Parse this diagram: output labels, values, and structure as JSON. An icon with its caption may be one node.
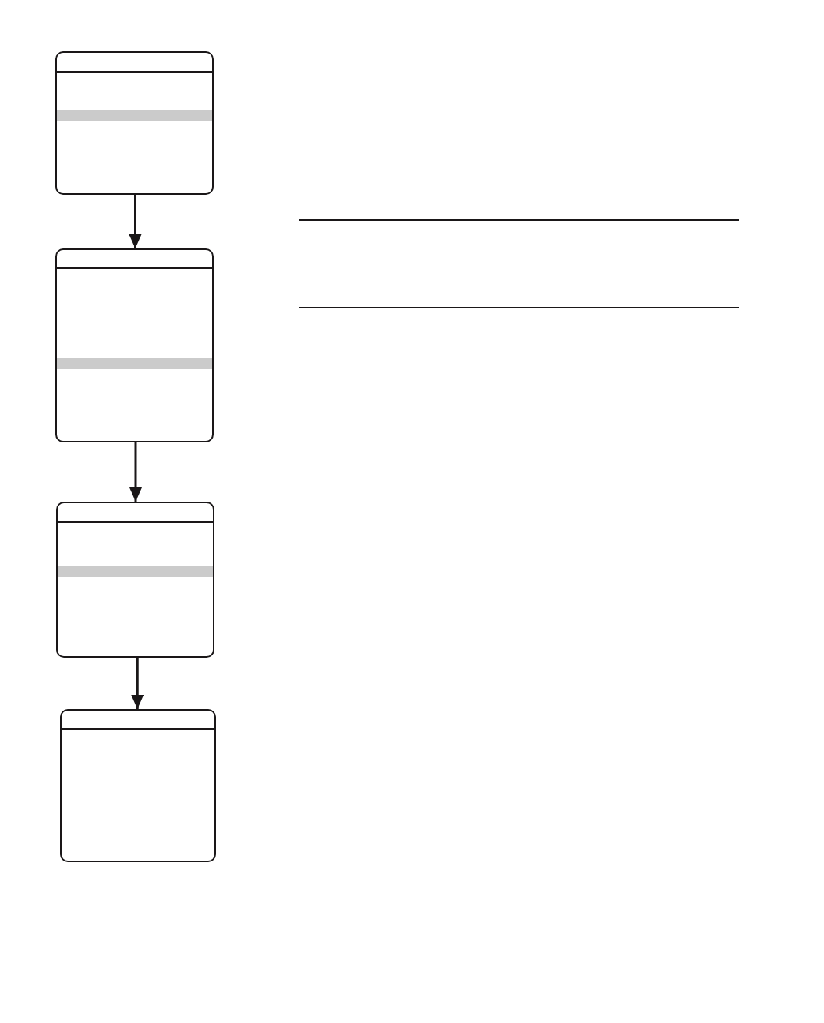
{
  "diagram": {
    "nodes": [
      {
        "text": [],
        "shape": "box"
      },
      {
        "text": [],
        "shape": "box"
      },
      {
        "text": [],
        "shape": "box"
      },
      {
        "text": [],
        "shape": "box"
      }
    ],
    "edges": [
      {
        "from": 0,
        "to": 1,
        "arrow": "to"
      },
      {
        "from": 1,
        "to": 2,
        "arrow": "to"
      },
      {
        "from": 2,
        "to": 3,
        "arrow": "to"
      }
    ]
  }
}
